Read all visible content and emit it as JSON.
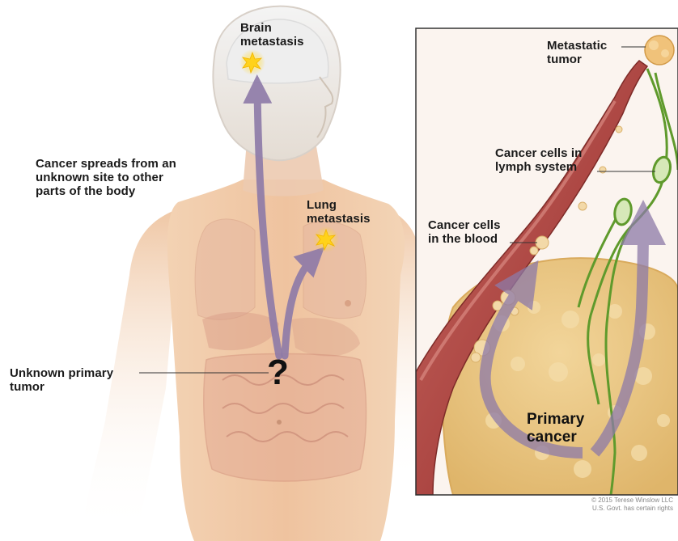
{
  "labels": {
    "brain_metastasis": "Brain\nmetastasis",
    "lung_metastasis": "Lung\nmetastasis",
    "spreads": "Cancer spreads from an\nunknown site to other\nparts of the body",
    "unknown_primary": "Unknown primary\ntumor",
    "question_mark": "?",
    "metastatic_tumor": "Metastatic\ntumor",
    "lymph_cells": "Cancer cells in\nlymph system",
    "blood_cells": "Cancer cells\nin the blood",
    "primary_cancer": "Primary\ncancer"
  },
  "copyright": "© 2015 Terese Winslow LLC\nU.S. Govt. has certain rights",
  "colors": {
    "skin": "#f1c9a6",
    "arrow": "#8d7aa8",
    "vessel": "#b85550",
    "lymph": "#5f9a2c",
    "tumor": "#e6c27e",
    "star": "#ffd21a"
  }
}
